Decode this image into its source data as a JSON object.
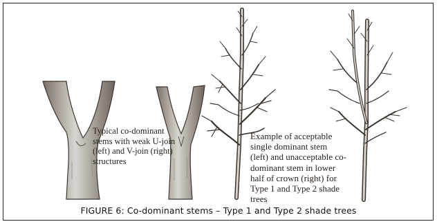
{
  "figure": {
    "caption": "FIGURE 6: Co-dominant stems – Type 1 and Type 2 shade trees",
    "note_left": "Typical co-dominant stems with weak U-join (left) and V-join (right) structures",
    "note_right": "Example of acceptable single dominant stem (left) and unacceptable co-dominant stem in lower half of crown (right) for Type 1 and Type 2 shade trees"
  },
  "colors": {
    "ink": "#3b3530",
    "border": "#222222",
    "text": "#2a2420"
  }
}
